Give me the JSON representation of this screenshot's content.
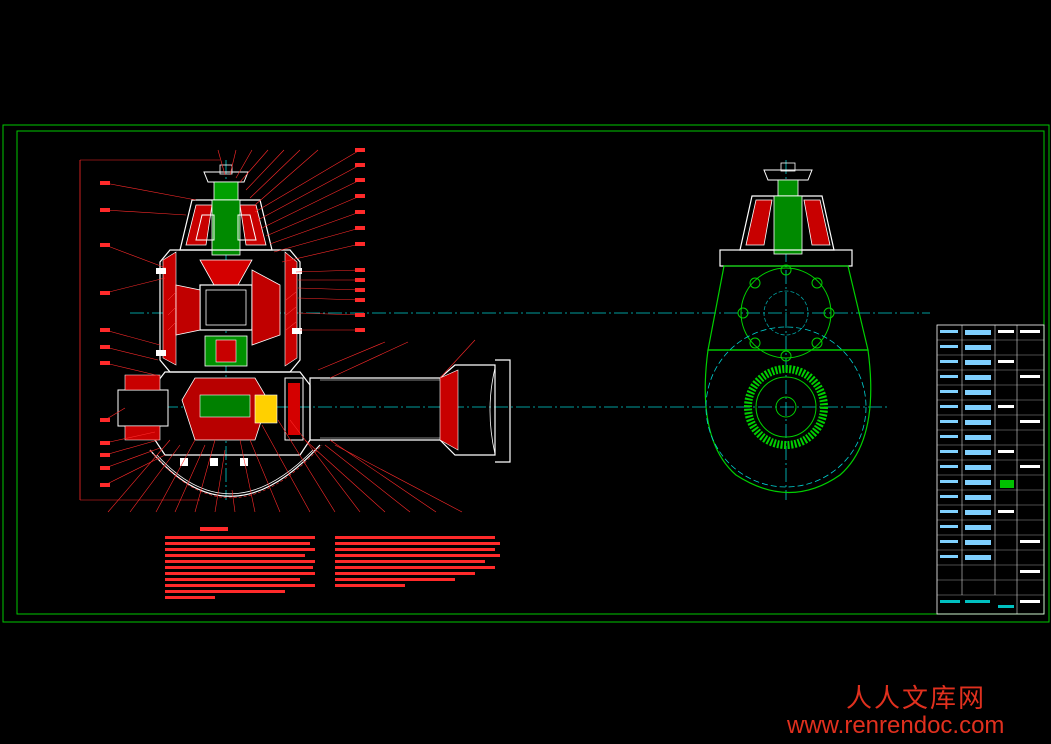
{
  "watermark": {
    "site_name": "人人文库网",
    "url": "www.renrendoc.com"
  },
  "colors": {
    "background": "#000000",
    "frame": "#00ff00",
    "section": "#ff0000",
    "outline": "#ffffff",
    "hatch": "#00ff00",
    "centerline": "#00ffff",
    "watermark": "#e0301e"
  },
  "drawing": {
    "views": [
      "section-view",
      "side-view"
    ],
    "title_block": "present",
    "technical_notes": "present"
  }
}
